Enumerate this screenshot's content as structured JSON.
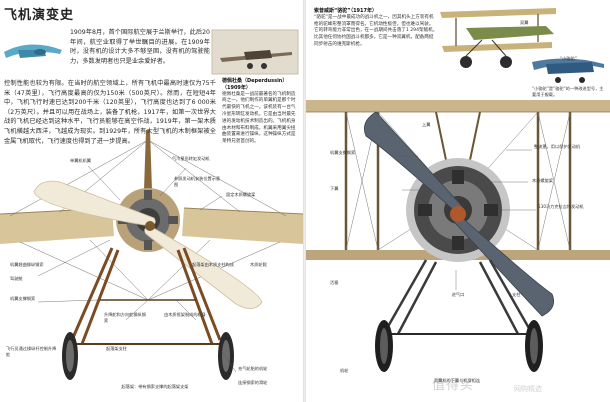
{
  "left_page": {
    "title": "飞机演变史",
    "intro": "1909年8月，首个国际航空展于兰斯举行，此后20年间，航空业取得了举世瞩目的进展。在1909年时，没有机的设计大多不够坚固，没有机的驾驶能力，多数发明者也只是业余爱好者。",
    "body": "控制性能也较为有限。在当时的航空领域上，所有飞机中最高时速仅为75千米（47英里），飞行高度最高的仅为150米（500英尺）。然而，在短短4年中，飞机飞行时速已达到200千米（120英里），飞行高度也达到了6 000米（2万英尺）。并且可以用在战场上，装备了机枪，1917年，如第一次世界大战的飞机已经达到这种水平，飞行员能够在高空作战，1919年，第一架木质飞机横越大西洋，飞越成为现实。到1929年，所有大型飞机的木制框架被全金属飞机取代，飞行速度也得到了进一步提高。",
    "sidebar_title": "德佩杜桑（Deperdussin）（1909年）",
    "sidebar_text": "德佩杜桑是一战前最著名的飞机制造商之一。他们制作的单翼机是那个时代最快的飞机之一。该机装有一台气冷星形转缸发动机，它是由当时最先进的发动机技术制造出的。飞机机身由木材和布料制成，机翼采用翼尖扭曲装置来进行操纵，这种操纵方式是莱特兄弟首创的。",
    "callouts": [
      "单翼机机翼",
      "气冷星形转缸发动机",
      "参照发动机安装位置示意图",
      "固定木质螺旋桨",
      "机翼翘曲操纵钢索",
      "驾驶舱",
      "机翼支撑钢索",
      "升降舵和方向舵操纵钢索",
      "由木质框架制成的机身",
      "起落架由木质支柱构成",
      "木质轮毂",
      "飞行员通过操纵杆控制升降舵",
      "起落架支柱",
      "充气轮胎的机轮",
      "连接钢索的滑轮"
    ],
    "bottom_caption": "起落架：带有钢索支撑的起落架支架"
  },
  "right_page": {
    "sidebar_title": "索普威斯“骆驼”（1917年）",
    "sidebar_text": "“骆驼”是一战中最成功的战斗机之一，因其机头上方装有机枪的驼峰形整流罩而得名。它机动性极佳，但也难以驾驶。它的转弯能力非常出色，在一战期间共击落了1 294架敌机，比其他任何协约国战斗机都多。它是一种双翼机，配备两挺同步射击的维克斯机枪。",
    "inset_labels": [
      "双翼",
      "“小骆驼”"
    ],
    "inset_caption": "“小骆驼”是“骆驼”的一种改进型号，主要用于舰载。",
    "callouts": [
      "上翼",
      "机翼支撑钢索",
      "整流罩，用以保护发动机",
      "下翼",
      "木质螺旋桨",
      "130马力克拉吉特发动机",
      "活塞",
      "进气口",
      "支柱",
      "机轮"
    ],
    "bottom_caption": "双翼机的下翼与机身相连"
  },
  "watermark": {
    "main": "值得买",
    "sub": "网购精选"
  }
}
